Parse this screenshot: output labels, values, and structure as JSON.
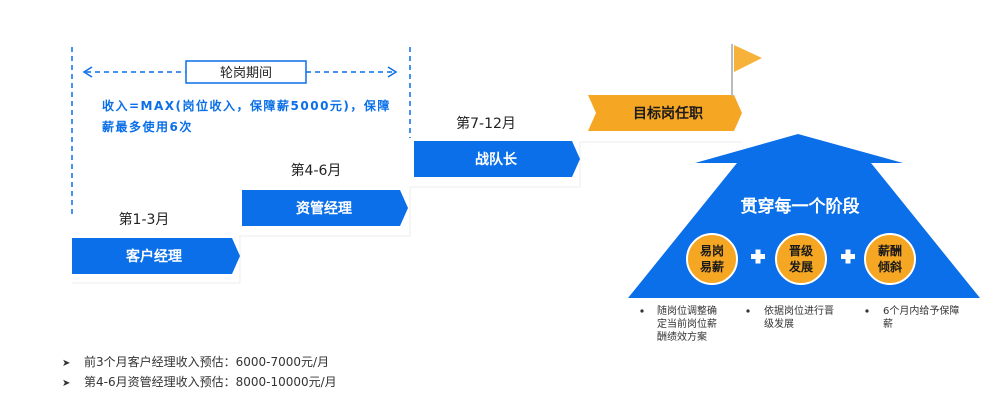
{
  "rotation": {
    "title": "轮岗期间",
    "income_note": "收入=MAX(岗位收入，保障薪5000元)，保障薪最多使用6次"
  },
  "stages": [
    {
      "period": "第1-3月",
      "role": "客户经理"
    },
    {
      "period": "第4-6月",
      "role": "资管经理"
    },
    {
      "period": "第7-12月",
      "role": "战队长"
    }
  ],
  "target": {
    "label": "目标岗任职"
  },
  "pyramid": {
    "title": "贯穿每一个阶段",
    "bubbles": [
      {
        "line1": "易岗",
        "line2": "易薪"
      },
      {
        "line1": "晋级",
        "line2": "发展"
      },
      {
        "line1": "薪酬",
        "line2": "倾斜"
      }
    ],
    "notes": [
      {
        "line1": "随岗位调整确",
        "line2": "定当前岗位薪",
        "line3": "酬绩效方案"
      },
      {
        "line1": "依据岗位进行晋",
        "line2": "级发展"
      },
      {
        "line1": "6个月内给予保障",
        "line2": "薪"
      }
    ]
  },
  "bullets": [
    "前3个月客户经理收入预估：6000-7000元/月",
    "第4-6月资管经理收入预估：8000-10000元/月"
  ],
  "colors": {
    "blue": "#0a6fe8",
    "orange": "#f5a623",
    "flag": "#f7b23b"
  }
}
